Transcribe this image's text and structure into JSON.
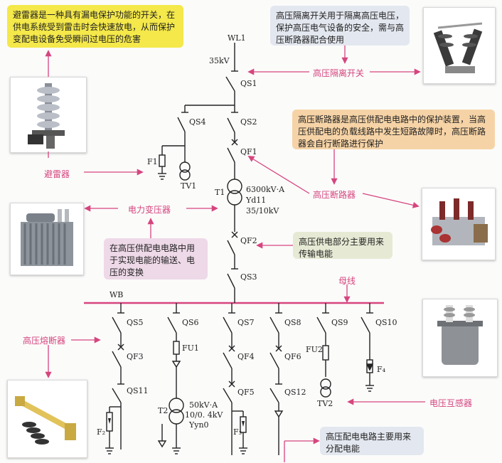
{
  "notes": {
    "arrester_desc": "避雷器是一种具有漏电保护功能的开关，在供电系统受到雷击时会快速放电，从而保护变配电设备免受瞬间过电压的危害",
    "isolator_desc": "高压隔离开关用于隔离高压电压，保护高压电气设备的安全，需与高压断路器配合使用",
    "breaker_desc": "高压断路器是高压供配电电路中的保护装置，当高压供配电的负载线路中发生短路故障时，高压断路器会自行断路进行保护",
    "transformer_desc": "在高压供配电电路中用于实现电能的输送、电压的变换",
    "supply_desc": "高压供电部分主要用来传输电能",
    "distribution_desc": "高压配电电路主要用来分配电能"
  },
  "callouts": {
    "arrester": "避雷器",
    "isolator": "高压隔离开关",
    "breaker": "高压断路器",
    "transformer": "电力变压器",
    "busbar": "母线",
    "fuse": "高压熔断器",
    "vt": "电压互感器"
  },
  "labels": {
    "wl1": "WL1",
    "v35": "35kV",
    "qs1": "QS1",
    "qs2": "QS2",
    "qs4": "QS4",
    "qf1": "QF1",
    "f1": "F1",
    "tv1": "TV1",
    "t1": "T1",
    "t1_rating": "6300kV·A",
    "t1_group": "Yd11",
    "t1_ratio": "35/10kV",
    "qf2": "QF2",
    "qs3": "QS3",
    "wb": "WB",
    "qs5": "QS5",
    "qs6": "QS6",
    "qs7": "QS7",
    "qs8": "QS8",
    "qs9": "QS9",
    "qs10": "QS10",
    "qf3": "QF3",
    "fu1": "FU1",
    "qf4": "QF4",
    "qf6": "QF6",
    "fu2": "FU2",
    "f4": "F₄",
    "qs11": "QS11",
    "qf5": "QF5",
    "qs12": "QS12",
    "t2": "T2",
    "t2_rating": "50kV·A",
    "t2_ratio": "10/0. 4kV",
    "t2_group": "Yyn0",
    "tv2": "TV2",
    "f2": "F₂",
    "f3": "F₃"
  },
  "colors": {
    "accent": "#d6457e",
    "line": "#222222",
    "busbar": "#d6457e"
  }
}
